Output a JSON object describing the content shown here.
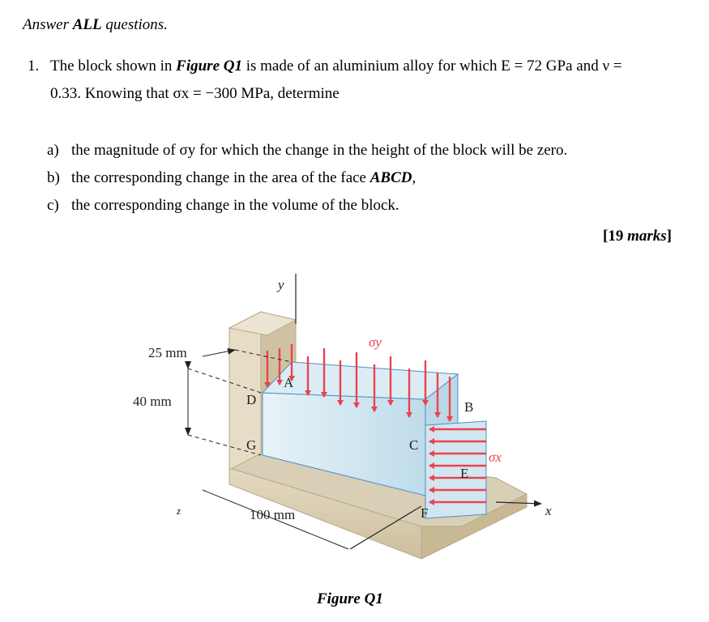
{
  "instructions": {
    "prefix": "Answer ",
    "bold": "ALL",
    "suffix": " questions."
  },
  "question": {
    "number": "1.",
    "line1_a": "The block shown in ",
    "figure_ref": "Figure Q1",
    "line1_b": " is made of an aluminium alloy for which ",
    "line1_c": "E = 72 GPa and ν =",
    "line2": "0.33. Knowing that σx = −300 MPa, determine",
    "parts": [
      {
        "label": "a)",
        "text": "the magnitude of σy for which the change in the height of the block will be zero."
      },
      {
        "label": "b)",
        "text_a": "the corresponding change in the area of the face ",
        "text_b": "ABCD",
        "text_c": ","
      },
      {
        "label": "c)",
        "text": "the corresponding change in the volume of the block."
      }
    ],
    "marks_number": "[19 ",
    "marks_word": "marks",
    "marks_close": "]"
  },
  "figure": {
    "caption": "Figure Q1",
    "dim_depth": "25 mm",
    "dim_height": "40 mm",
    "dim_length": "100 mm",
    "axis_y": "y",
    "axis_x": "x",
    "axis_z": "z",
    "sigma_y": "σy",
    "sigma_x": "σx",
    "point_A": "A",
    "point_B": "B",
    "point_C": "C",
    "point_D": "D",
    "point_E": "E",
    "point_F": "F",
    "point_G": "G",
    "colors": {
      "arrow": "#e8444f",
      "block_face": "#cfe7f1",
      "block_top": "#dcecf5",
      "wall": "#d8cdb5",
      "wall_dark": "#bdae8e",
      "edge": "#4a90c2"
    }
  }
}
